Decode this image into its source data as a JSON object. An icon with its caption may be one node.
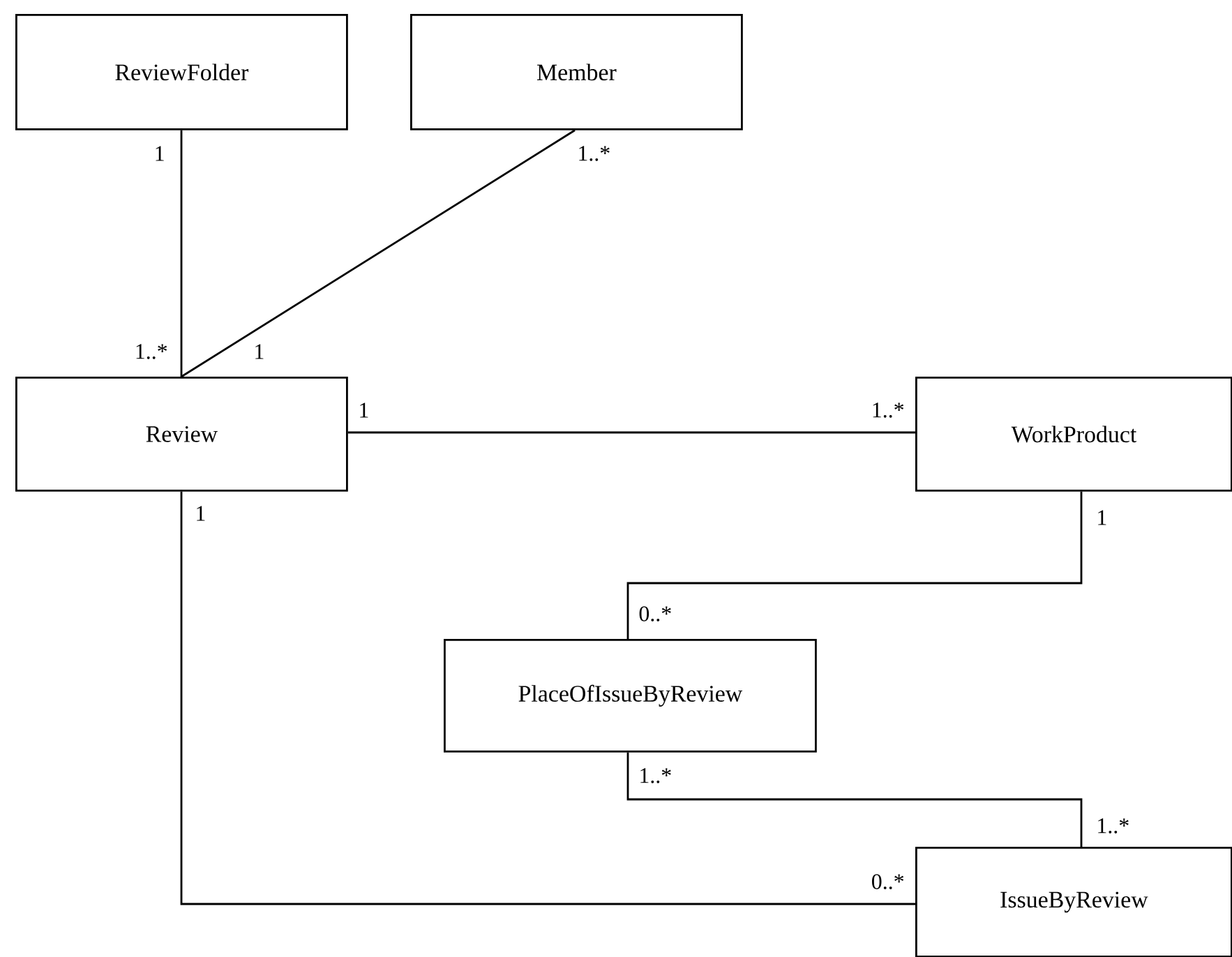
{
  "diagram": {
    "nodes": [
      {
        "text": [
          "ReviewFolder"
        ]
      },
      {
        "text": [
          "Member"
        ]
      },
      {
        "text": [
          "Review"
        ]
      },
      {
        "text": [
          "WorkProduct"
        ]
      },
      {
        "text": [
          "PlaceOfIssueByReview"
        ]
      },
      {
        "text": [
          "IssueByReview"
        ]
      }
    ],
    "edges": [
      {
        "from": 0,
        "to": 2,
        "arrow": "none"
      },
      {
        "from": 1,
        "to": 2,
        "arrow": "none"
      },
      {
        "from": 2,
        "to": 3,
        "arrow": "none"
      },
      {
        "from": 3,
        "to": 4,
        "arrow": "none"
      },
      {
        "from": 4,
        "to": 5,
        "arrow": "none"
      },
      {
        "from": 2,
        "to": 5,
        "arrow": "none"
      }
    ],
    "labels": [
      "1",
      "1..*",
      "1..*",
      "1",
      "1",
      "1..*",
      "1",
      "1",
      "0..*",
      "1..*",
      "1..*",
      "0..*"
    ]
  }
}
